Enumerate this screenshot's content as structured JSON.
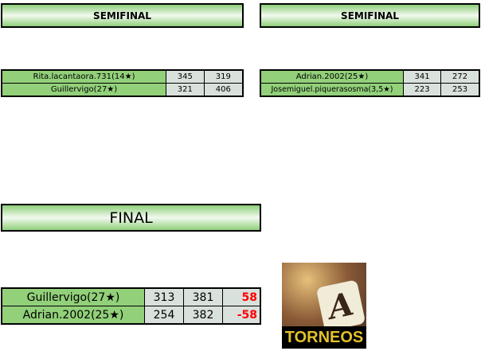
{
  "semifinals": [
    {
      "title": "SEMIFINAL",
      "rows": [
        {
          "name": "Rita.lacantaora.731(14★)",
          "s1": "345",
          "s2": "319"
        },
        {
          "name": "Guillervigo(27★)",
          "s1": "321",
          "s2": "406"
        }
      ]
    },
    {
      "title": "SEMIFINAL",
      "rows": [
        {
          "name": "Adrian.2002(25★)",
          "s1": "341",
          "s2": "272"
        },
        {
          "name": "Josemiguel.piquerasosma(3,5★)",
          "s1": "223",
          "s2": "253"
        }
      ]
    }
  ],
  "final": {
    "title": "FINAL",
    "rows": [
      {
        "name": "Guillervigo(27★)",
        "s1": "313",
        "s2": "381",
        "diff": "58"
      },
      {
        "name": "Adrian.2002(25★)",
        "s1": "254",
        "s2": "382",
        "diff": "-58"
      }
    ]
  },
  "logo": {
    "tile_letter": "A",
    "label": "TORNEOS"
  }
}
